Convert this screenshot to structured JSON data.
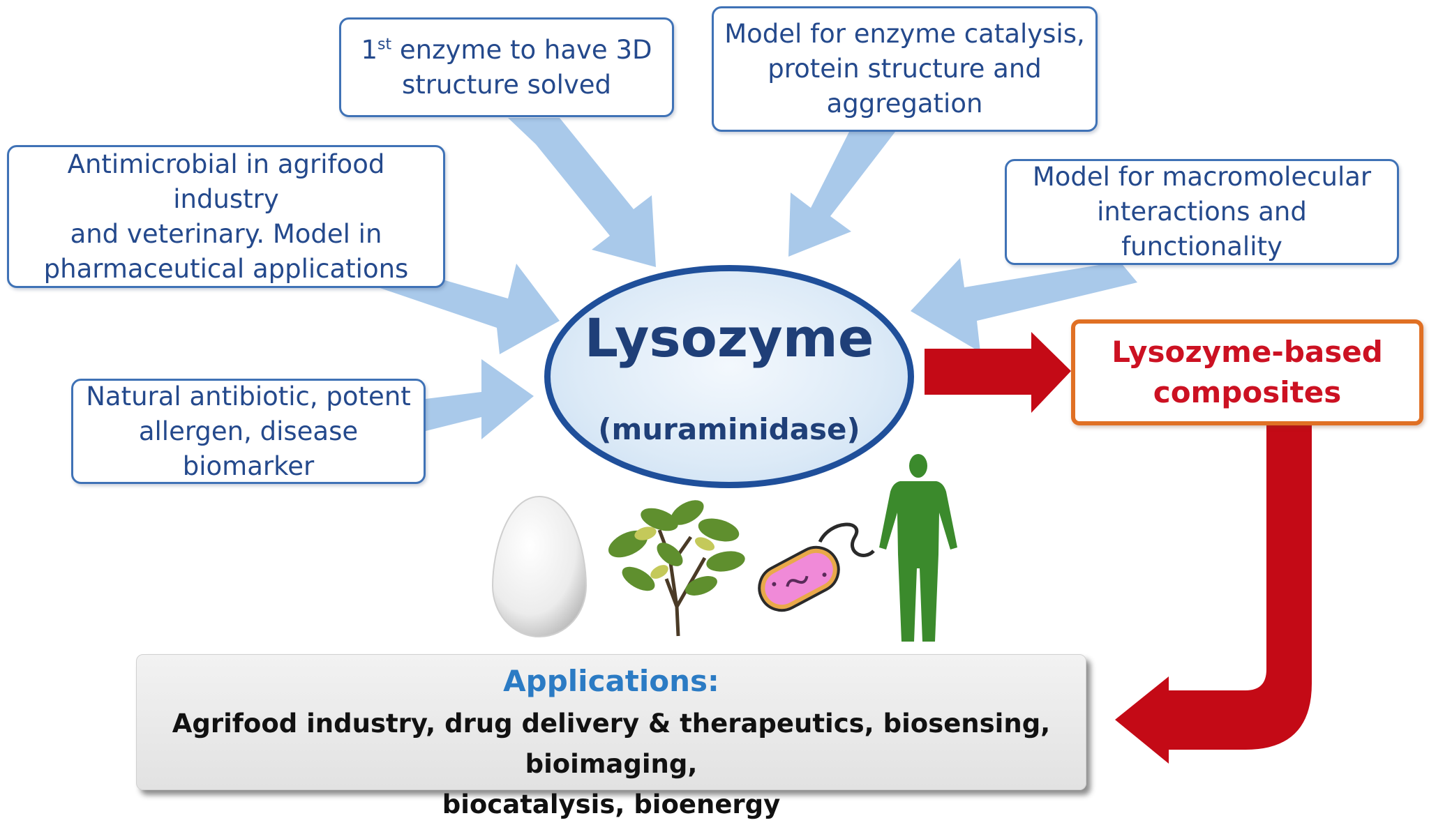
{
  "boxes": {
    "first3d": {
      "superscript_num": "1",
      "superscript": "st",
      "line1_rest": " enzyme to have 3D",
      "line2": "structure solved"
    },
    "catalysis": {
      "line1": "Model for enzyme catalysis,",
      "line2": "protein structure and",
      "line3": "aggregation"
    },
    "antimicrobial": {
      "line1": "Antimicrobial in agrifood industry",
      "line2": "and veterinary. Model in",
      "line3": "pharmaceutical applications"
    },
    "macromolecular": {
      "line1": "Model for macromolecular",
      "line2": "interactions and functionality"
    },
    "antibiotic": {
      "line1": "Natural antibiotic, potent",
      "line2": "allergen, disease biomarker"
    }
  },
  "center": {
    "title": "Lysozyme",
    "subtitle": "(muraminidase)"
  },
  "composites": {
    "line1": "Lysozyme-based",
    "line2": "composites"
  },
  "applications": {
    "title": "Applications:",
    "line1": "Agrifood industry, drug delivery & therapeutics, biosensing, bioimaging,",
    "line2": "biocatalysis, bioenergy"
  },
  "icons": [
    "egg-icon",
    "plant-icon",
    "bacterium-icon",
    "human-figure-icon"
  ],
  "colors": {
    "box_border": "#3f72b6",
    "box_text": "#24498c",
    "light_arrow": "#a9c9ea",
    "red_arrow": "#c40a16",
    "composites_border": "#e07024",
    "composites_text": "#cc1122",
    "applications_title": "#2b7bc4",
    "human_figure": "#3b8a2c"
  }
}
